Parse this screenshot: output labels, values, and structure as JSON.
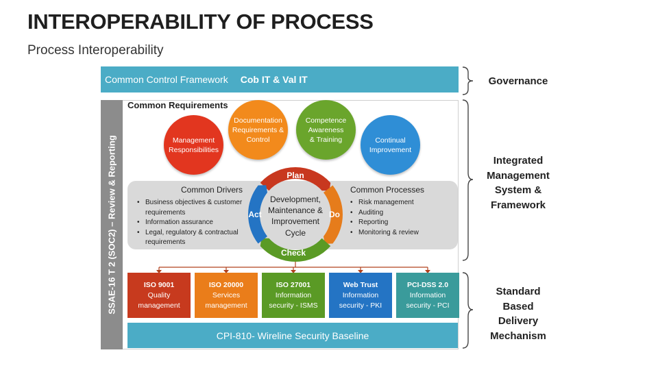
{
  "page": {
    "title": "INTEROPERABILITY OF PROCESS",
    "subtitle": "Process Interoperability"
  },
  "governance_bar": {
    "label1": "Common Control Framework",
    "label2": "Cob IT & Val IT"
  },
  "side_label": "SSAE-16 T 2 (SOC2) – Review & Reporting",
  "requirements": {
    "title": "Common Requirements",
    "circles": [
      {
        "line1": "Management",
        "line2": "Responsibilities",
        "line3": "",
        "color": "#e2361f"
      },
      {
        "line1": "Documentation",
        "line2": "Requirements &",
        "line3": "Control",
        "color": "#f28a1c"
      },
      {
        "line1": "Competence",
        "line2": "Awareness",
        "line3": "& Training",
        "color": "#6aa52c"
      },
      {
        "line1": "Continual",
        "line2": "Improvement",
        "line3": "",
        "color": "#2f8ed6"
      }
    ]
  },
  "drivers": {
    "title": "Common Drivers",
    "items": [
      "Business objectives & customer requirements",
      "Information assurance",
      "Legal, regulatory & contractual requirements"
    ]
  },
  "processes": {
    "title": "Common Processes",
    "items": [
      "Risk management",
      "Auditing",
      "Reporting",
      "Monitoring & review"
    ]
  },
  "cycle": {
    "center": [
      "Development,",
      "Maintenance &",
      "Improvement",
      "Cycle"
    ],
    "plan": "Plan",
    "do": "Do",
    "check": "Check",
    "act": "Act",
    "colors": {
      "plan": "#c8381f",
      "do": "#e67c1b",
      "check": "#5a9a25",
      "act": "#2474c4"
    }
  },
  "standards": [
    {
      "name": "ISO 9001",
      "line1": "Quality",
      "line2": "management",
      "color": "#c73a1e"
    },
    {
      "name": "ISO 20000",
      "line1": "Services",
      "line2": "management",
      "color": "#ea7d1a"
    },
    {
      "name": "ISO 27001",
      "line1": "Information",
      "line2": "security - ISMS",
      "color": "#5a9a25"
    },
    {
      "name": "Web Trust",
      "line1": "Information",
      "line2": "security - PKI",
      "color": "#2474c4"
    },
    {
      "name": "PCI-DSS 2.0",
      "line1": "Information",
      "line2": "security - PCI",
      "color": "#3a9b9b"
    }
  ],
  "baseline_bar": "CPI-810- Wireline Security Baseline",
  "right_labels": {
    "governance": "Governance",
    "ims": [
      "Integrated",
      "Management",
      "System &",
      "Framework"
    ],
    "std": [
      "Standard",
      "Based",
      "Delivery",
      "Mechanism"
    ]
  }
}
